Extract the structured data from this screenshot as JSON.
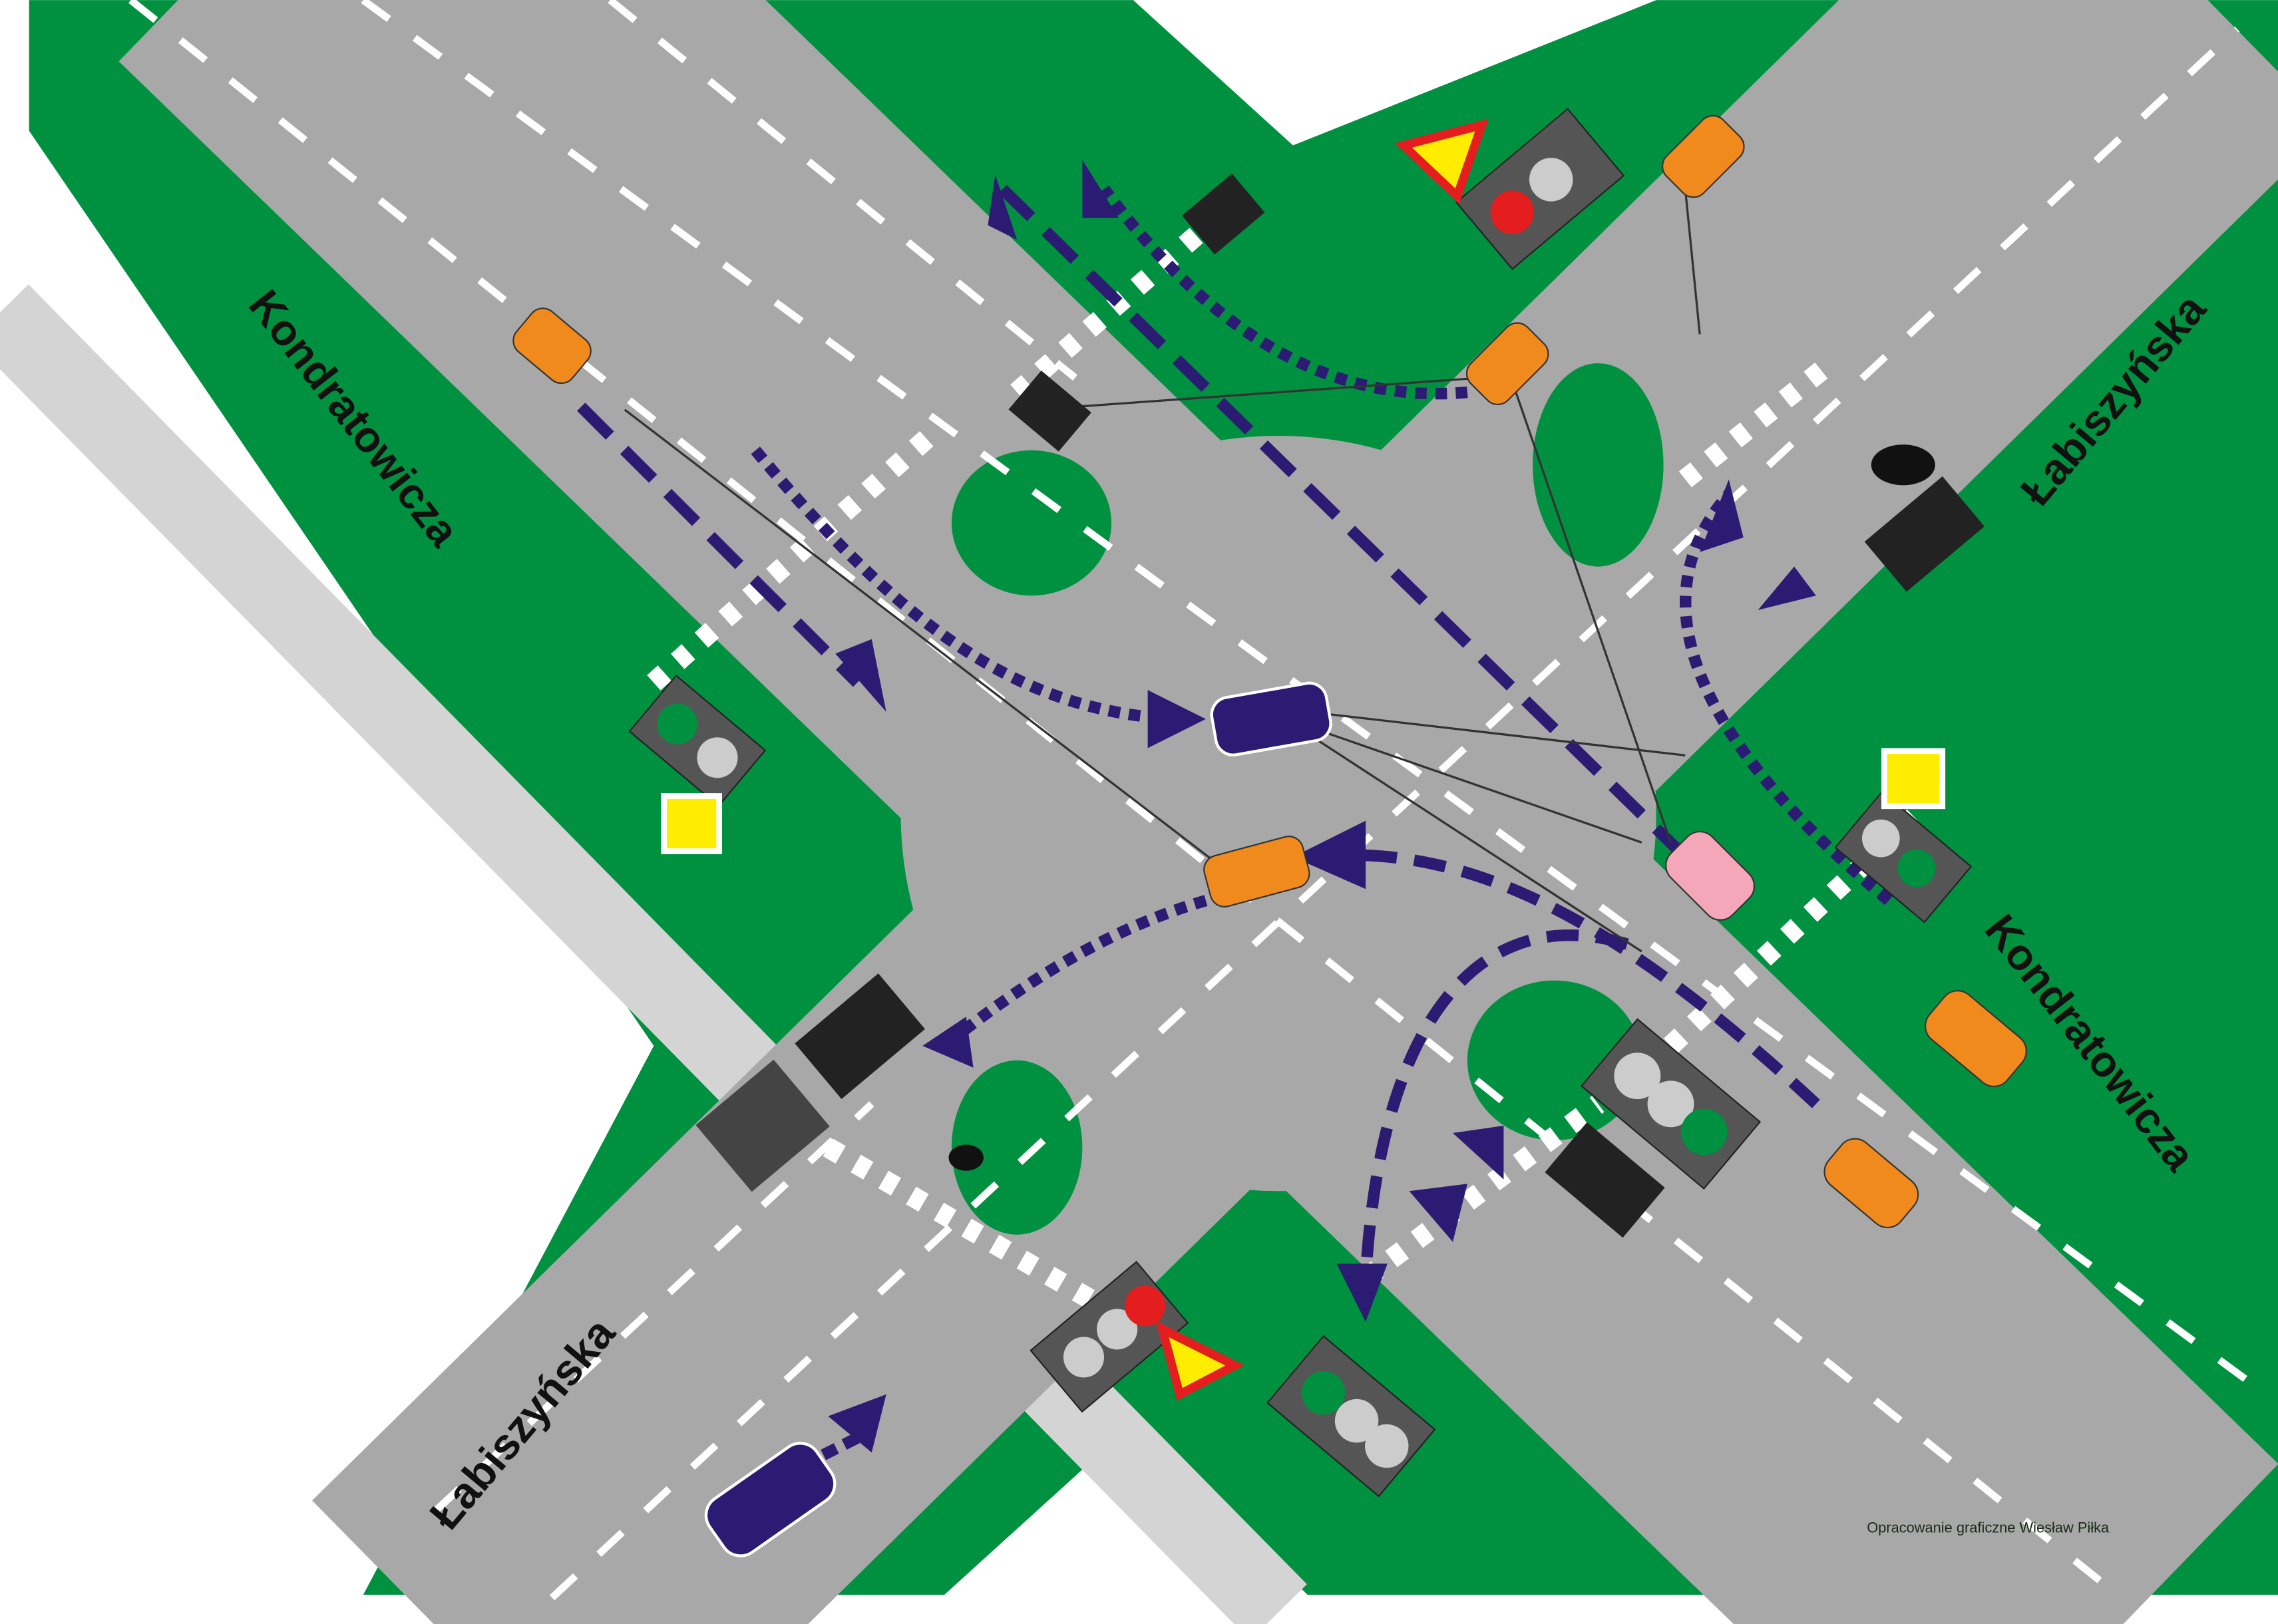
{
  "streets": {
    "kondratowicza_nw": "Kondratowicza",
    "kondratowicza_se": "Kondratowicza",
    "labiszynska_ne": "Łabiszyńska",
    "labiszynska_sw": "Łabiszyńska"
  },
  "credit": "Opracowanie graficzne Wiesław Piłka",
  "colors": {
    "grass": "#009140",
    "road": "#a8a8a8",
    "marking": "#ffffff",
    "path_arrow": "#2b1b73",
    "car_orange": "#f08a1c",
    "car_navy": "#2b1b73",
    "car_pink": "#f4a7b9",
    "signal_red": "#e41e1e",
    "signal_green": "#009140",
    "yield_sign": "#e41e1e",
    "priority_sign": "#ffed00"
  }
}
